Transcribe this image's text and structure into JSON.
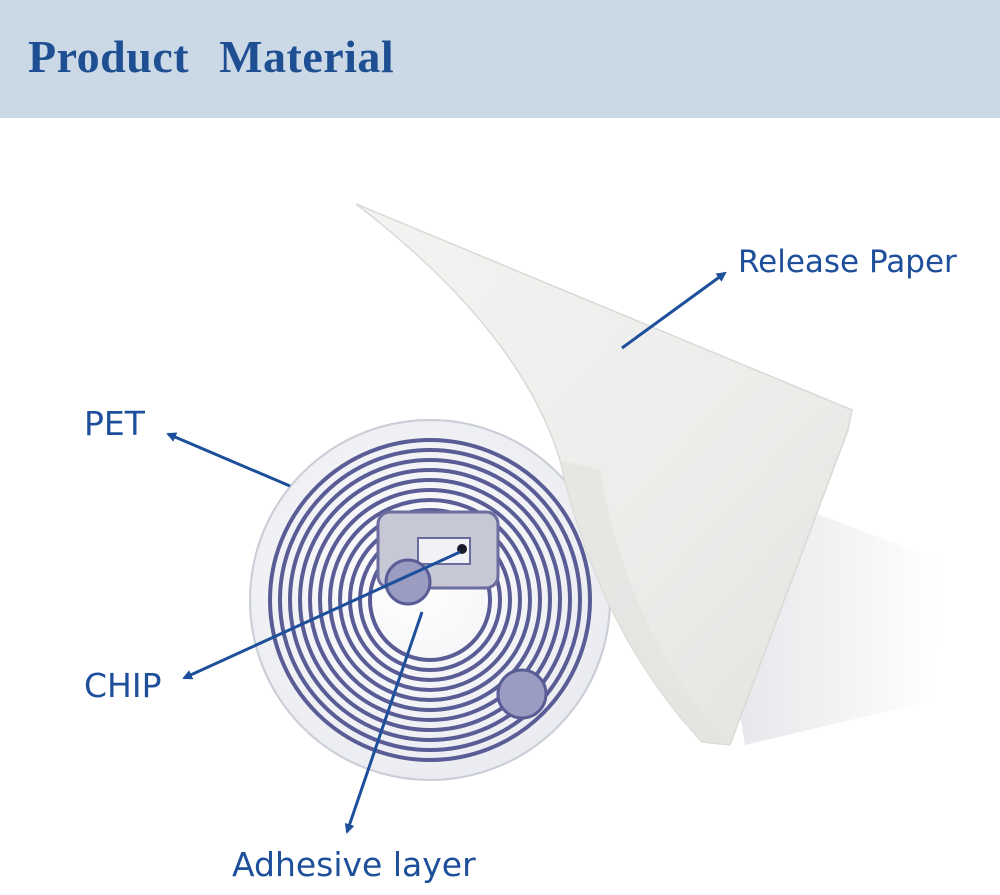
{
  "header": {
    "title": "Product Material"
  },
  "labels": {
    "release_paper": "Release Paper",
    "pet": "PET",
    "chip": "CHIP",
    "adhesive_layer": "Adhesive layer"
  },
  "colors": {
    "header_bg": "#cbd8e6",
    "accent": "#1d4f9a",
    "antenna": "#5a5c96"
  }
}
